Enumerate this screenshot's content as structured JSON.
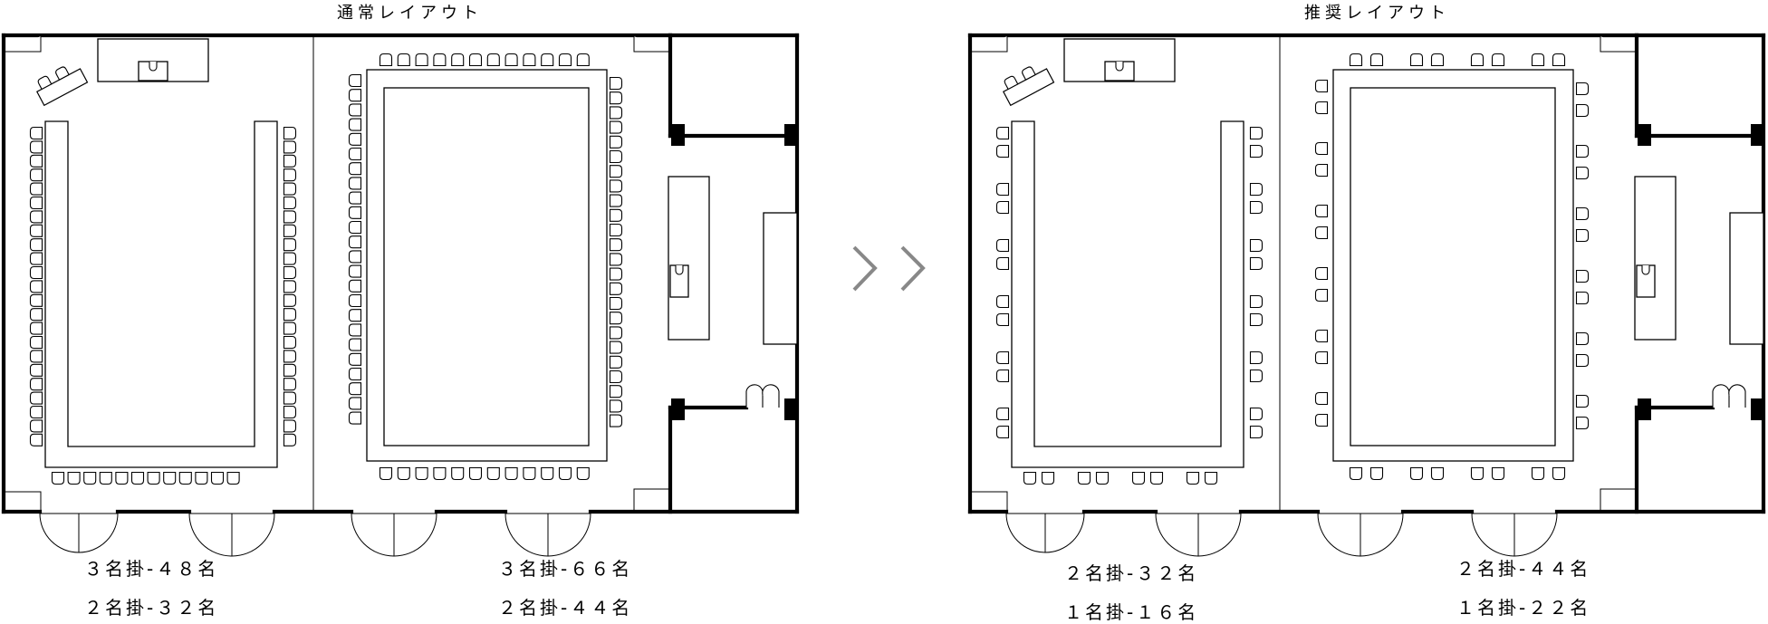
{
  "normal_layout": {
    "title": "通常レイアウト",
    "left_room": {
      "line1": "３名掛-４８名",
      "line2": "２名掛-３２名"
    },
    "right_room": {
      "line1": "３名掛-６６名",
      "line2": "２名掛-４４名"
    }
  },
  "recommended_layout": {
    "title": "推奨レイアウト",
    "left_room": {
      "line1": "２名掛-３２名",
      "line2": "１名掛-１６名"
    },
    "right_room": {
      "line1": "２名掛-４４名",
      "line2": "１名掛-２２名"
    }
  },
  "arrow_icon": "double-chevron-right-icon",
  "colors": {
    "line": "#000000",
    "arrow": "#888888",
    "background": "#ffffff"
  }
}
